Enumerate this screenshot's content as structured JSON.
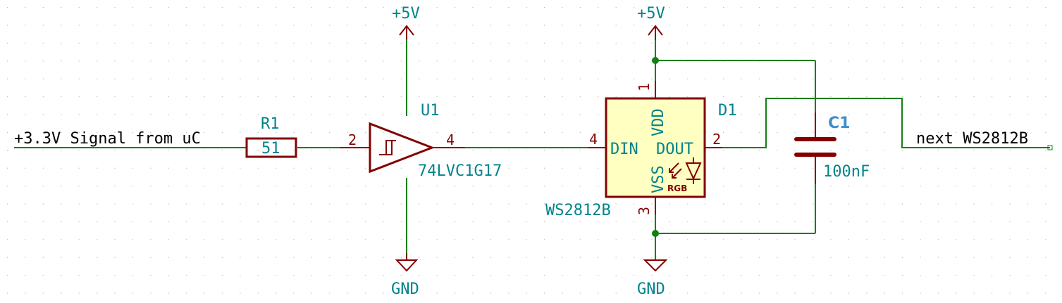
{
  "colors": {
    "wire": "#128012",
    "part": "#840000",
    "part_fill": "#ffffc2",
    "ref_text": "#00848a",
    "label_text": "#000000",
    "selected_ref": "#3f8fc9",
    "grid_dot": "#bcbcbc"
  },
  "labels": {
    "input": "+3.3V Signal from uC",
    "output": "next WS2812B"
  },
  "resistor": {
    "ref": "R1",
    "value": "51"
  },
  "buffer": {
    "ref": "U1",
    "value": "74LVC1G17",
    "pin_in": "2",
    "pin_out": "4",
    "symbol_icon": "schmitt-trigger-icon"
  },
  "led": {
    "ref": "D1",
    "value": "WS2812B",
    "pin_din": "DIN",
    "pin_dout": "DOUT",
    "pin_vdd": "VDD",
    "pin_vss": "VSS",
    "pin_din_num": "4",
    "pin_dout_num": "2",
    "pin_vdd_num": "1",
    "pin_vss_num": "3",
    "rgb_text": "RGB"
  },
  "capacitor": {
    "ref": "C1",
    "value": "100nF"
  },
  "power": {
    "buffer_vcc": "+5V",
    "buffer_gnd": "GND",
    "led_vcc": "+5V",
    "led_gnd": "GND"
  }
}
